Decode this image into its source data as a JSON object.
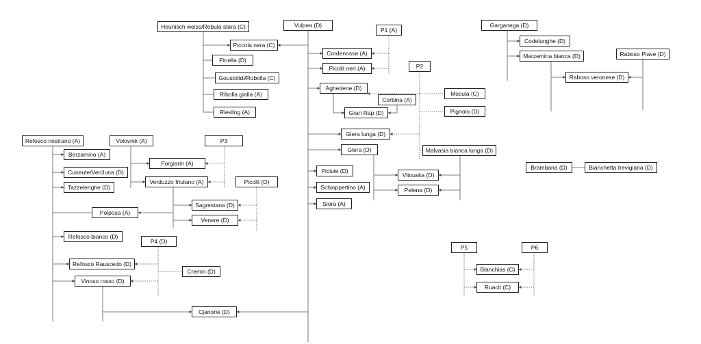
{
  "diagram": {
    "nodes": {
      "vulpea": "Vulpea (D)",
      "heunisch": "Heunisch weiss/Rebula stara (C)",
      "piccola_nera": "Piccola nera (C)",
      "pinella": "Pinella (D)",
      "goustolidi": "Goustolidi/Robolla (C)",
      "ribolla": "Ribolla gialla (A)",
      "riesling": "Riesling (A)",
      "p1": "P1 (A)",
      "cordenossa": "Cordenossa (A)",
      "picolit_neri": "Picolit neri (A)",
      "p2": "P2",
      "aghedene": "Aghedene (D)",
      "mocula": "Mocula (C)",
      "corbina": "Corbina (A)",
      "gran_rap": "Gran Rap (D)",
      "pignolo": "Pignolo (D)",
      "glera_lunga": "Glera lunga (D)",
      "glera": "Glera (D)",
      "malvasia": "Malvasia bianca lunga (D)",
      "piciule": "Piciule (D)",
      "vitouska": "Vitouska (D)",
      "schioppettino": "Schioppettino (A)",
      "pelena": "Pelena (D)",
      "siora": "Siora (A)",
      "garganega": "Garganega (D)",
      "codelunghe": "Codelunghe (D)",
      "marzemina": "Marzemina bianca (D)",
      "raboso_piave": "Raboso Piave (D)",
      "raboso_veronese": "Raboso veronese (D)",
      "brambana": "Brambana (D)",
      "bianchetta": "Bianchetta trevigiana (D)",
      "refosco_nostrano": "Refosco nostrano (A)",
      "berzamino": "Berzamino (A)",
      "cuneute": "Cuneute/Vercluna (D)",
      "tazzelenghe": "Tazzelenghe (D)",
      "volovnik": "Volovnik (A)",
      "p3": "P3",
      "forgiarin": "Forgiarin (A)",
      "verduzzo": "Verduzzo friulano (A)",
      "picolit": "Picolit (D)",
      "sagrestana": "Sagrestana (D)",
      "polposa": "Polposa (A)",
      "venere": "Venere (D)",
      "refosco_bianco": "Refosco bianco (D)",
      "p4": "P4 (D)",
      "refosco_rauscedo": "Refosco Rauscedo (D)",
      "cremin": "Cremin (D)",
      "vinoso_rosso": "Vinoso rosso (D)",
      "cjanorie": "Cjanorie (D)",
      "p5": "P5",
      "p6": "P6",
      "blanchias": "Blanchias (C)",
      "ruacit": "Ruacit (C)"
    }
  }
}
